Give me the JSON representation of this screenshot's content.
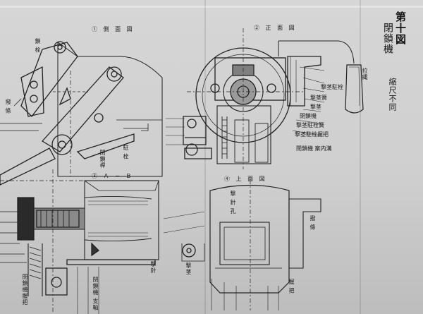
{
  "document": {
    "figure_number": "第十図",
    "figure_name": "閉鎖機",
    "scale": "縮尺不同"
  },
  "views": {
    "left_upper": "①  側  面  図",
    "right_upper": "②  正  面  図",
    "left_lower": "③  Ａ − Ｂ",
    "right_lower": "④  上  面  図"
  },
  "labels": {
    "center_a": "撃 針 孔",
    "center_b": "閉鎖桿",
    "center_c": "駐 栓",
    "right_a": "撃茎駐栓",
    "right_b": "撃茎簧",
    "right_c": "撃茎",
    "right_d": "閉鎖機",
    "right_e": "撃茎駐栓簧",
    "right_f": "撃茎駐栓握把",
    "right_g": "拉縄",
    "right_h": "閉鎖機  案内溝",
    "right_i": "撥 條",
    "left_a": "鎖 栓",
    "left_b": "撥 條",
    "bottom_a": "閉鎖機握把",
    "bottom_b": "閉鎖機 支軸",
    "bottom_c": "撃針",
    "bottom_d": "撃茎",
    "bottom_e": "握 把"
  },
  "colors": {
    "paper": "#d3d3d3",
    "ink": "#1c1c1c",
    "shadow": "#6f6f6f"
  }
}
